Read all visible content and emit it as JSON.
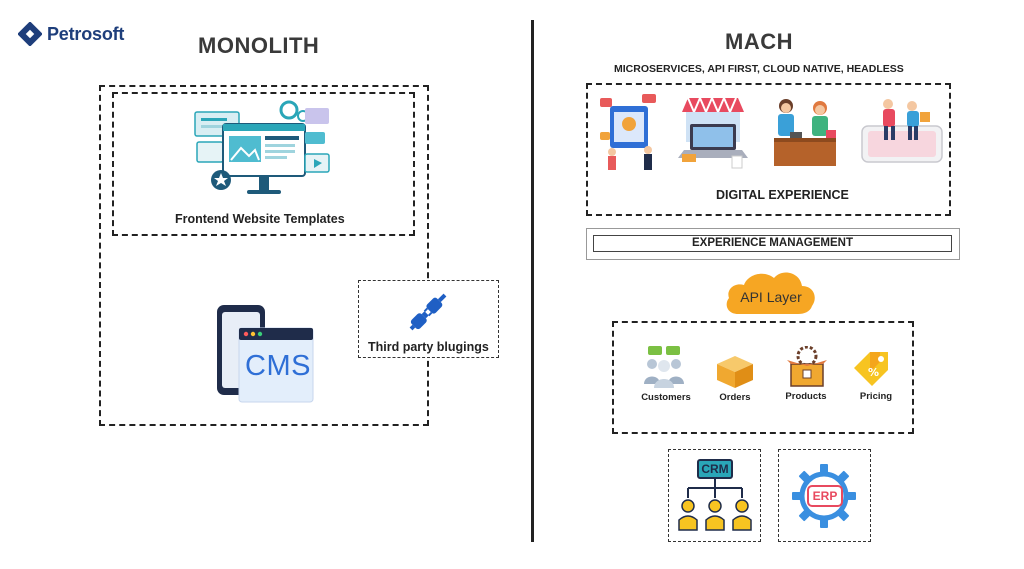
{
  "brand": {
    "name": "Petrosoft"
  },
  "monolith": {
    "title": "MONOLITH",
    "frontend_label": "Frontend  Website Templates",
    "cms_label": "CMS",
    "plugins_label": "Third party blugings"
  },
  "mach": {
    "title": "MACH",
    "subtitle": "MICROSERVICES, API FIRST, CLOUD NATIVE, HEADLESS",
    "digital_experience": "DIGITAL EXPERIENCE",
    "experience_management": "EXPERIENCE MANAGEMENT",
    "api_layer": "API Layer",
    "services": [
      {
        "label": "Customers",
        "icon": "customers-icon"
      },
      {
        "label": "Orders",
        "icon": "orders-box-icon"
      },
      {
        "label": "Products",
        "icon": "products-box-icon"
      },
      {
        "label": "Pricing",
        "icon": "price-tag-icon"
      }
    ],
    "crm_label": "CRM",
    "erp_label": "ERP"
  },
  "colors": {
    "brand_blue": "#1e3e7b",
    "cloud_orange": "#f6a623",
    "cms_blue": "#2f6fd6",
    "teal": "#2aa6b8"
  }
}
